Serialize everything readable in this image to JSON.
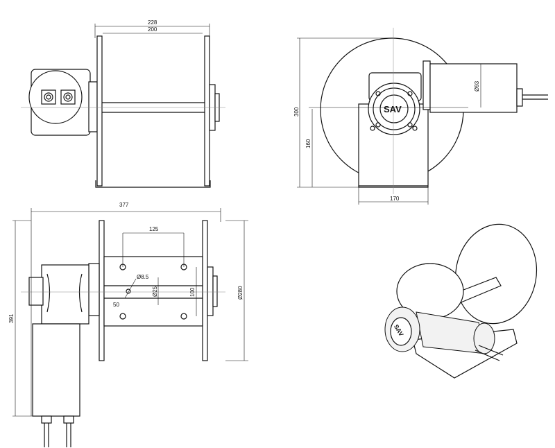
{
  "drawing": {
    "side_view": {
      "overall_width": "228",
      "drum_width": "200"
    },
    "front_view": {
      "height": "300",
      "axis_height": "160",
      "base_width": "170",
      "motor_diameter": "Ø93",
      "logo": "SAV"
    },
    "top_view": {
      "overall_length": "377",
      "hole_spacing": "125",
      "hole_diameter": "Ø8.5",
      "hole_offset": "50",
      "shaft_diameter": "Ø25",
      "hole_row_spacing": "100",
      "flange_diameter": "Ø280",
      "overall_height": "391"
    },
    "iso_view": {
      "logo": "SAV"
    }
  }
}
